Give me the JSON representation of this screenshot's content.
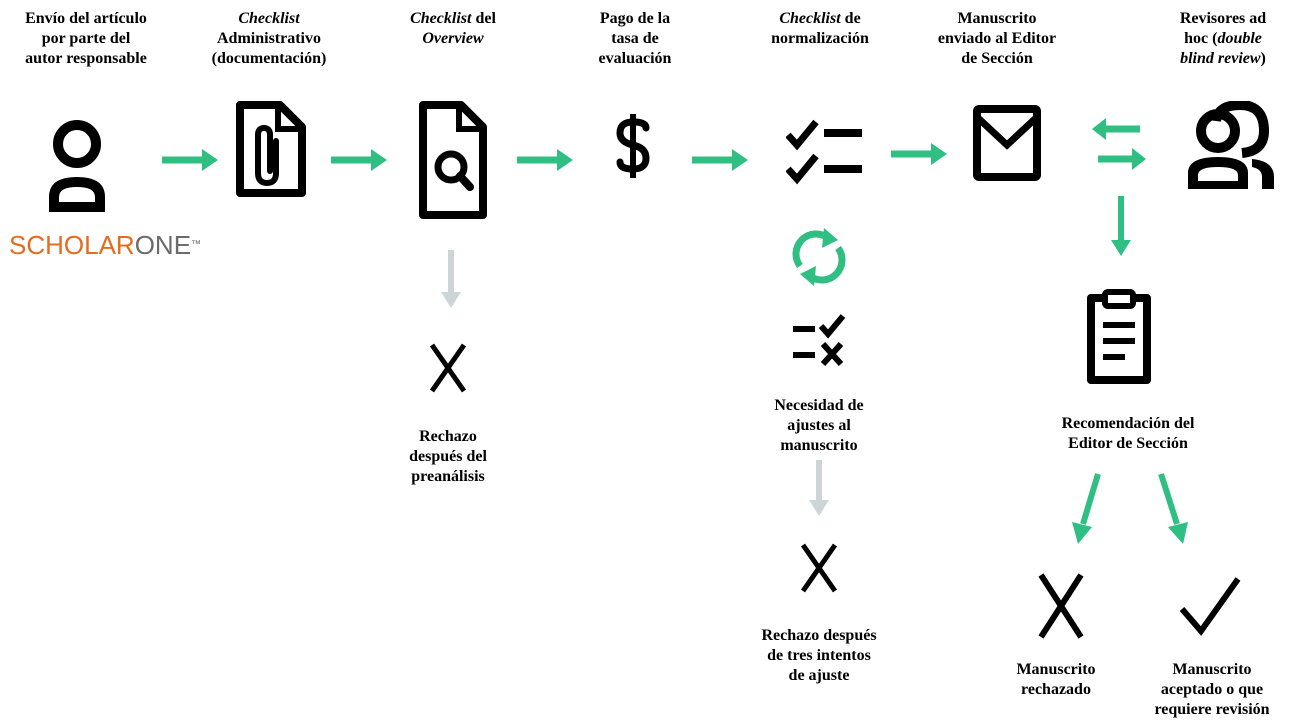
{
  "steps": {
    "s1": {
      "l1": "Envío del artículo",
      "l2": "por parte del",
      "l3": "autor responsable"
    },
    "s2": {
      "l1": "Checklist",
      "l2": "Administrativo",
      "l3": "(documentación)"
    },
    "s3": {
      "l1a": "Checklist",
      "l1b": " del",
      "l2": "Overview"
    },
    "s4": {
      "l1": "Pago de la",
      "l2": "tasa de",
      "l3": "evaluación"
    },
    "s5": {
      "l1a": "Checklist",
      "l1b": " de",
      "l2": "normalización"
    },
    "s6": {
      "l1": "Manuscrito",
      "l2": "enviado al Editor",
      "l3": "de Sección"
    },
    "s7": {
      "l1": "Revisores ad",
      "l2a": "hoc (",
      "l2b": "double",
      "l3a": "blind review",
      "l3b": ")"
    }
  },
  "logo": {
    "part1": "SCHOLAR",
    "part2": "ONE",
    "tm": "™"
  },
  "outcomes": {
    "reject_pre": {
      "l1": "Rechazo",
      "l2": "después del",
      "l3": "preanálisis"
    },
    "adjust_need": {
      "l1": "Necesidad de",
      "l2": "ajustes al",
      "l3": "manuscrito"
    },
    "reject_three": {
      "l1": "Rechazo después",
      "l2": "de tres intentos",
      "l3": "de ajuste"
    },
    "recommend": {
      "l1": "Recomendación del",
      "l2": "Editor de Sección"
    },
    "rejected": {
      "l1": "Manuscrito",
      "l2": "rechazado"
    },
    "accepted": {
      "l1": "Manuscrito",
      "l2": "aceptado o que",
      "l3": "requiere revisión"
    }
  },
  "colors": {
    "accent": "#2fbf83",
    "muted": "#ccd6d6",
    "ink": "#000000",
    "logo_orange": "#e56b1f",
    "logo_gray": "#6b6b6b"
  },
  "icons": [
    "person-icon",
    "paperclip-document-icon",
    "document-search-icon",
    "dollar-icon",
    "checklist-icon",
    "envelope-icon",
    "exchange-arrows-icon",
    "reviewers-icon",
    "refresh-icon",
    "checklist-adjust-icon",
    "clipboard-icon",
    "x-icon",
    "checkmark-icon"
  ]
}
